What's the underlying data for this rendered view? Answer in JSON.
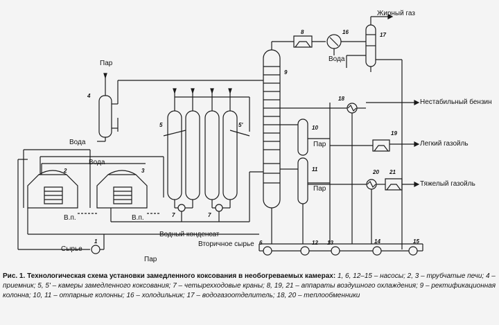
{
  "labels": {
    "zhirny_gaz": "Жирный газ",
    "par_top": "Пар",
    "voda_top": "Вода",
    "voda_receiver": "Вода",
    "voda_left": "Вода",
    "nestab_benzin": "Нестабильный бензин",
    "legky_gazoil": "Легкий газойль",
    "tyazhely_gazoil": "Тяжелый газойль",
    "par_mid1": "Пар",
    "par_mid2": "Пар",
    "vp1": "В.п.",
    "vp2": "В.п.",
    "vodny_kondensat": "Водный конденсат",
    "vtorichnoe_syrie": "Вторичное сырье",
    "syrie": "Сырье",
    "par_bottom": "Пар"
  },
  "numbers": {
    "n1": "1",
    "n2": "2",
    "n3": "3",
    "n4": "4",
    "n5": "5",
    "n5p": "5'",
    "n6": "6",
    "n7a": "7",
    "n7b": "7",
    "n8": "8",
    "n9": "9",
    "n10": "10",
    "n11": "11",
    "n12": "12",
    "n13": "13",
    "n14": "14",
    "n15": "15",
    "n16": "16",
    "n17": "17",
    "n18": "18",
    "n19": "19",
    "n20": "20",
    "n21": "21"
  },
  "caption": {
    "fig": "Рис. 1.",
    "title": "Технологическая схема установки замедленного коксования в необогреваемых камерах:",
    "legend": "1, 6, 12–15 – насосы; 2, 3 – трубчатые печи; 4 – приемник; 5, 5' – камеры замедленного коксования; 7 – четырехходовые краны; 8, 19, 21 – аппараты воздушного охлаждения; 9 – ректификационная колонна; 10, 11 – отпарные колонны; 16 – холодильник; 17 – водогазоотделитель; 18, 20 – теплообменники"
  }
}
